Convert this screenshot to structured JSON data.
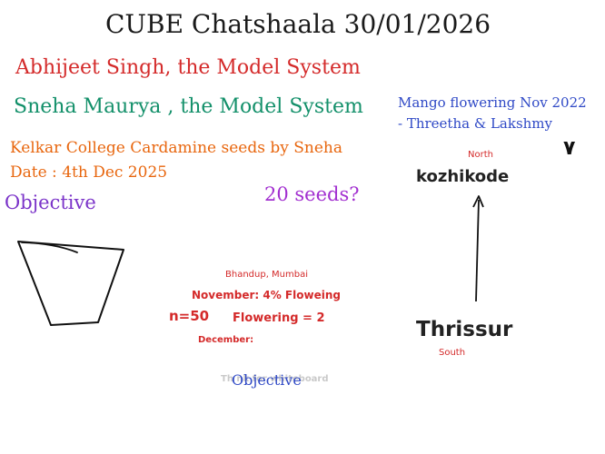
{
  "board": {
    "title": "CUBE Chatshaala 30/01/2026",
    "presenter1": "Abhijeet Singh, the Model System",
    "presenter2": "Sneha Maurya , the Model System",
    "study_line1": "Kelkar College Cardamine seeds by Sneha",
    "study_line2": "Date : 4th Dec 2025",
    "objective_heading": "Objective",
    "seeds_question": "20 seeds?",
    "mango_line1": "Mango flowering Nov 2022",
    "mango_line2": "- Threetha & Lakshmy",
    "north_label": "North",
    "south_label": "South",
    "city_top": "kozhikode",
    "city_bottom": "Thrissur",
    "glyph": "٧",
    "location": "Bhandup, Mumbai",
    "november": "November: 4% Floweing",
    "n_value": "n=50",
    "flowering": "Flowering = 2",
    "december": "December:",
    "watermark": "Th                 nk for whiteboard",
    "objective_footer": "Objective"
  },
  "colors": {
    "red": "#d42a2a",
    "green": "#13906a",
    "orange": "#e8660e",
    "purple": "#7b34c9",
    "blue": "#2f49c6"
  }
}
